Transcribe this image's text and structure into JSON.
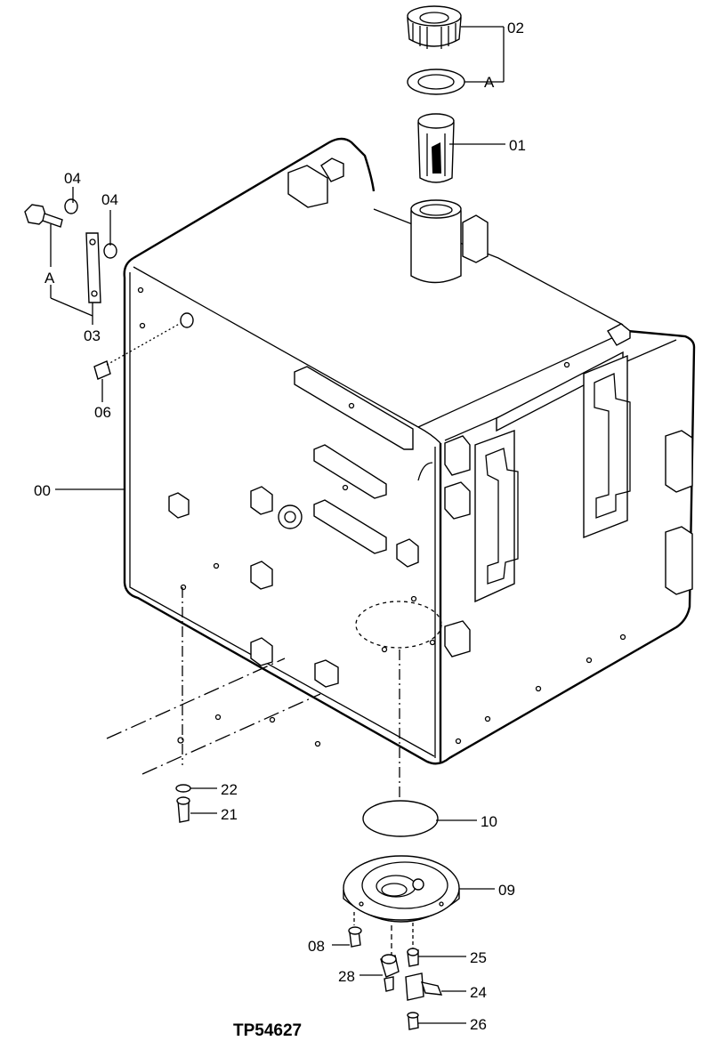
{
  "figure": {
    "code": "TP54627",
    "background": "#ffffff",
    "line_color": "#000000"
  },
  "callouts": {
    "c00": "00",
    "c01": "01",
    "c02": "02",
    "c03": "03",
    "c04a": "04",
    "c04b": "04",
    "c06": "06",
    "c08": "08",
    "c09": "09",
    "c10": "10",
    "c21": "21",
    "c22": "22",
    "c24": "24",
    "c25": "25",
    "c26": "26",
    "c28": "28",
    "refA_top": "A",
    "refA_left": "A"
  }
}
